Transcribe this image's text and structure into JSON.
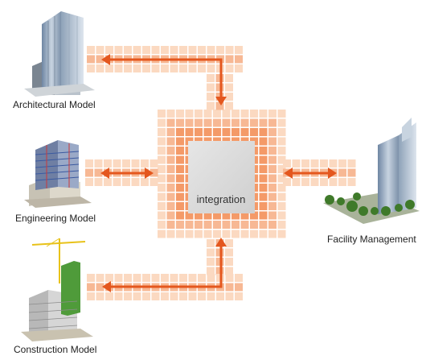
{
  "labels": {
    "architectural": "Architectural Model",
    "engineering": "Engineering Model",
    "construction": "Construction Model",
    "facility": "Facility Management",
    "integration": "integration"
  },
  "colors": {
    "tile_light": "#fbd9c1",
    "tile_mid": "#f7b894",
    "tile_dark": "#f49a68",
    "arrow": "#e4571e",
    "center": "#d9d9d9",
    "building_glass": "#9fb3c8",
    "crane": "#e8c21a"
  },
  "icons": {
    "architectural": "office-tower-icon",
    "engineering": "structural-model-icon",
    "construction": "construction-site-icon",
    "facility": "campus-buildings-icon"
  }
}
